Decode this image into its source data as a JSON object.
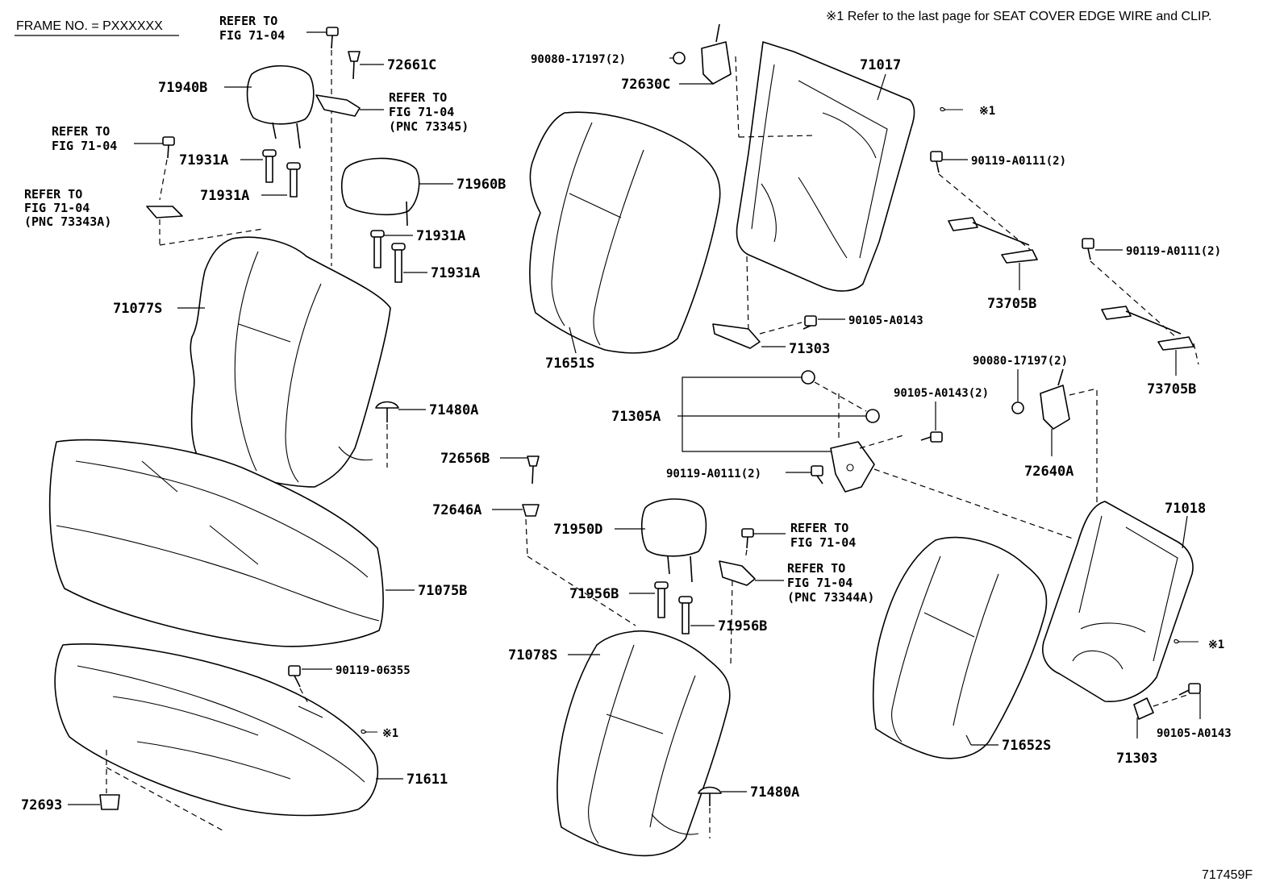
{
  "header": {
    "frame_no": "FRAME NO. = PXXXXXX",
    "note": "※1 Refer to the last page for SEAT COVER EDGE WIRE and CLIP.",
    "figure_id": "717459F"
  },
  "labels": {
    "l71940B": "71940B",
    "l72661C": "72661C",
    "l71931A_1": "71931A",
    "l71931A_2": "71931A",
    "l71960B": "71960B",
    "l71931A_3": "71931A",
    "l71931A_4": "71931A",
    "l71077S": "71077S",
    "l71480A_1": "71480A",
    "l71075B": "71075B",
    "l90119_06355": "90119-06355",
    "l71611": "71611",
    "l72693": "72693",
    "l90080_1": "90080-17197(2)",
    "l72630C": "72630C",
    "l71017": "71017",
    "l71651S": "71651S",
    "l90119_A0111_1": "90119-A0111(2)",
    "l73705B_1": "73705B",
    "l90119_A0111_2": "90119-A0111(2)",
    "l73705B_2": "73705B",
    "l90105_A0143_1": "90105-A0143",
    "l71303_1": "71303",
    "l71305A": "71305A",
    "l90105_A0143_2": "90105-A0143(2)",
    "l90080_2": "90080-17197(2)",
    "l90119_A0111_3": "90119-A0111(2)",
    "l72640A": "72640A",
    "l72656B": "72656B",
    "l72646A": "72646A",
    "l71950D": "71950D",
    "l71956B_1": "71956B",
    "l71956B_2": "71956B",
    "l71078S": "71078S",
    "l71480A_2": "71480A",
    "l71018": "71018",
    "l71652S": "71652S",
    "l90105_A0143_3": "90105-A0143",
    "l71303_2": "71303"
  },
  "refs": {
    "r1": [
      "REFER TO",
      "FIG 71-04"
    ],
    "r2": [
      "REFER TO",
      "FIG 71-04",
      "(PNC 73345)"
    ],
    "r3": [
      "REFER TO",
      "FIG 71-04"
    ],
    "r4": [
      "REFER TO",
      "FIG 71-04",
      "(PNC 73343A)"
    ],
    "r5": [
      "REFER TO",
      "FIG 71-04"
    ],
    "r6": [
      "REFER TO",
      "FIG 71-04",
      "(PNC 73344A)"
    ]
  },
  "notes": {
    "n1": "※1",
    "n2": "※1",
    "n3": "※1"
  }
}
